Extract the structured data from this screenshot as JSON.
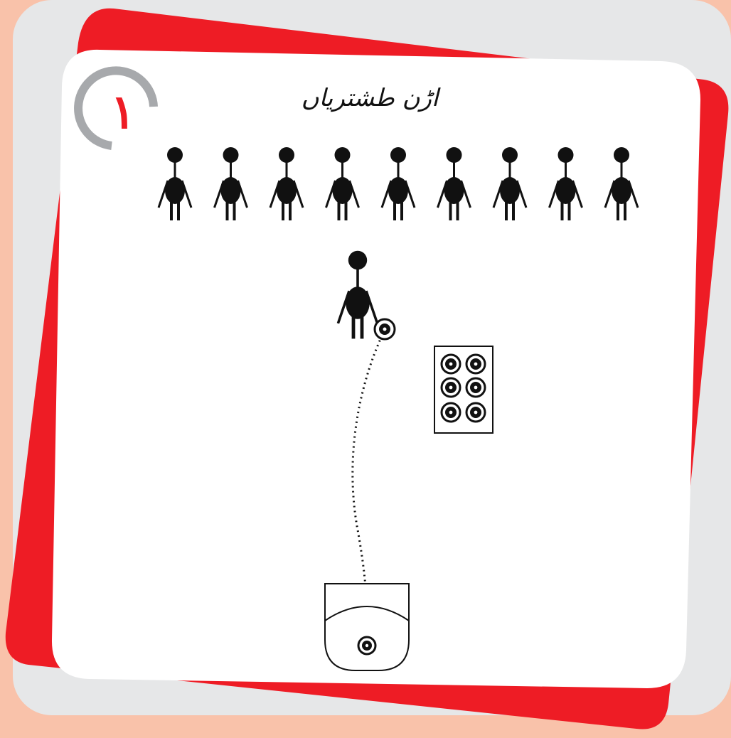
{
  "title": "اڑن طشتریاں",
  "step_number": "۱",
  "colors": {
    "page_background": "#f9c2aa",
    "back_card": "#e6e7e8",
    "red_card": "#ee1c25",
    "front_card": "#ffffff",
    "step_ring": "#a7a9ac",
    "figure": "#111111"
  },
  "illustration": {
    "players_in_row": 9,
    "thrower_count": 1,
    "discs_in_rack": 6,
    "disc_in_goal": 1,
    "path_style": "dotted"
  }
}
